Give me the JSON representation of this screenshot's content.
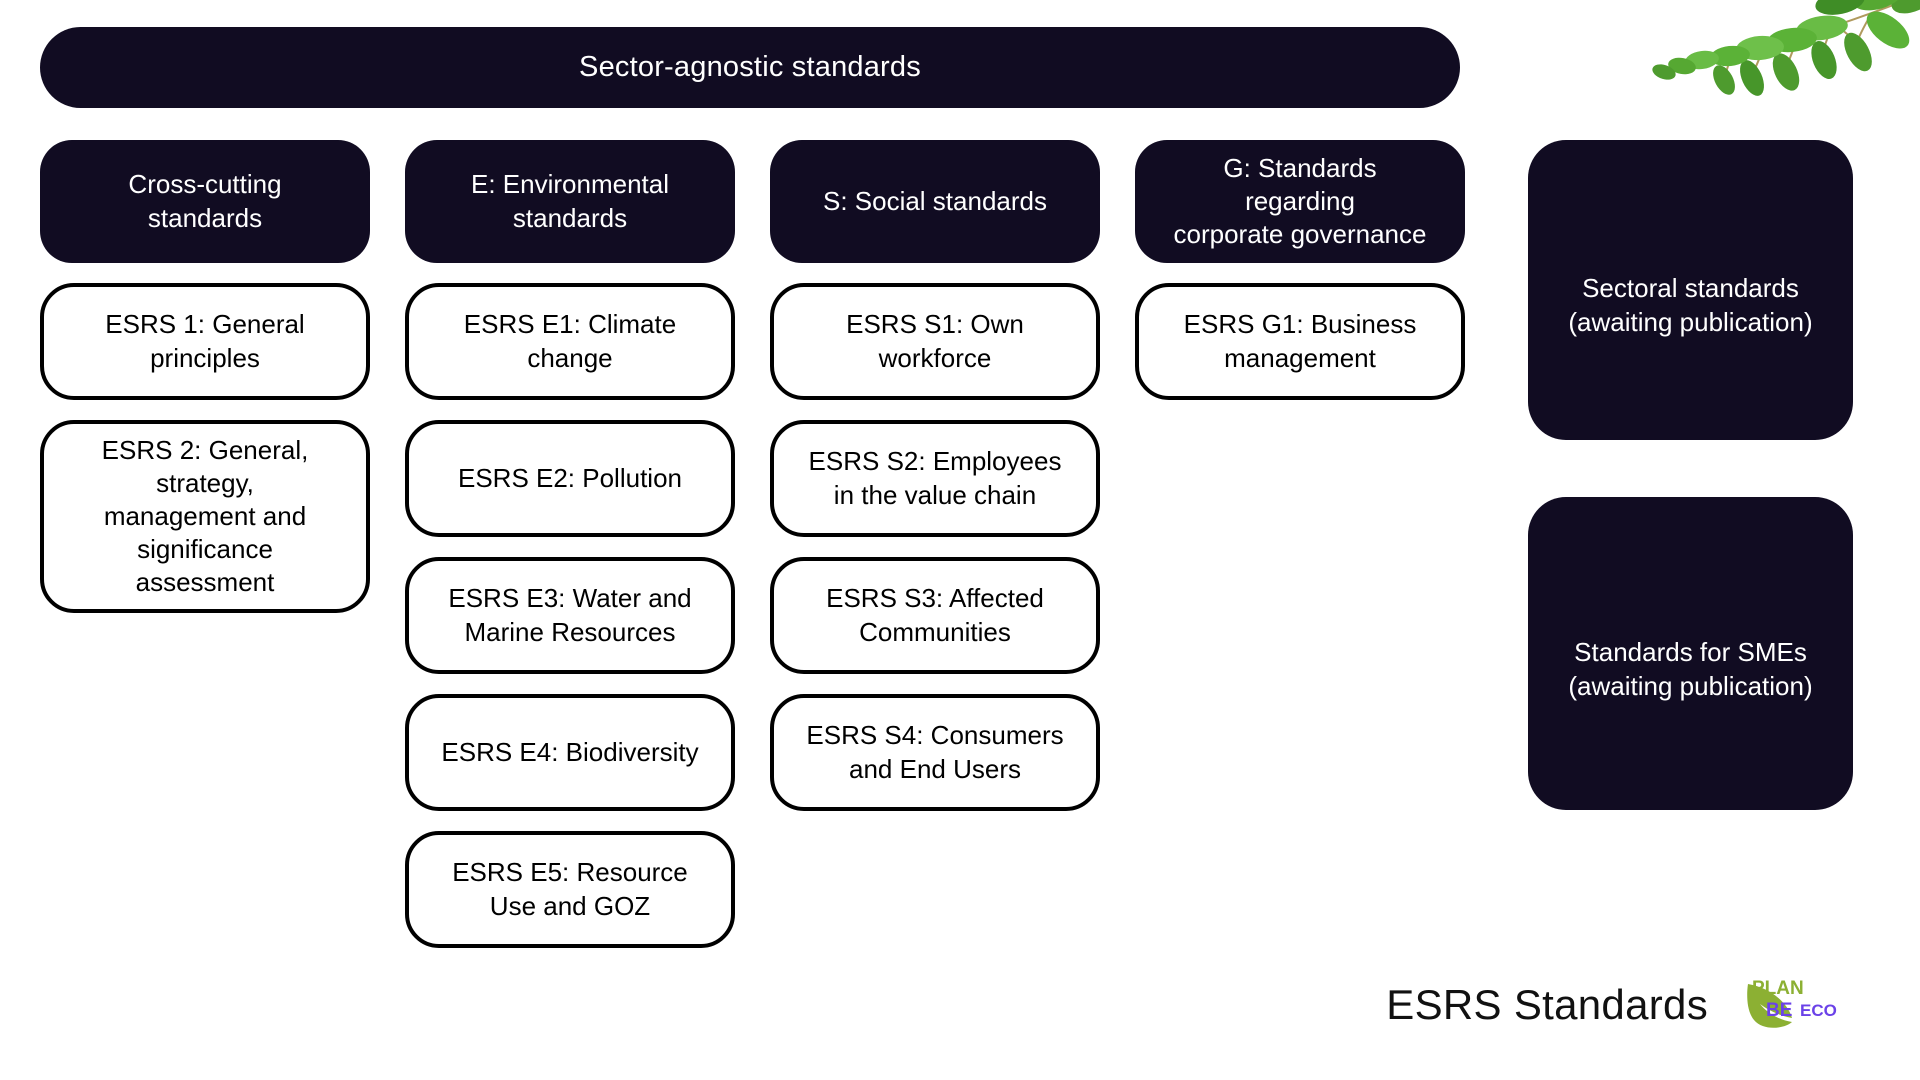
{
  "banner": {
    "label": "Sector-agnostic standards"
  },
  "columns": [
    {
      "id": "cross-cutting",
      "header": "Cross-cutting\nstandards",
      "nodes": [
        "ESRS 1: General\nprinciples",
        "ESRS 2: General,\nstrategy,\nmanagement and\nsignificance\nassessment"
      ]
    },
    {
      "id": "environmental",
      "header": "E: Environmental\nstandards",
      "nodes": [
        "ESRS E1: Climate\nchange",
        "ESRS E2: Pollution",
        "ESRS E3: Water and\nMarine Resources",
        "ESRS E4: Biodiversity",
        "ESRS E5: Resource\nUse and GOZ"
      ]
    },
    {
      "id": "social",
      "header": "S: Social standards",
      "nodes": [
        "ESRS S1: Own\nworkforce",
        "ESRS S2: Employees\nin the value chain",
        "ESRS S3: Affected\nCommunities",
        "ESRS S4: Consumers\nand End Users"
      ]
    },
    {
      "id": "governance",
      "header": "G: Standards\nregarding\ncorporate governance",
      "nodes": [
        "ESRS G1: Business\nmanagement"
      ]
    }
  ],
  "side_blocks": [
    {
      "id": "sectoral",
      "label": "Sectoral standards\n(awaiting publication)"
    },
    {
      "id": "sme",
      "label": "Standards for SMEs\n(awaiting publication)"
    }
  ],
  "footer": {
    "title": "ESRS Standards",
    "logo": {
      "name": "plan-be-eco-logo",
      "word_1": "PLAN",
      "word_2": "BE",
      "word_3": "ECO"
    }
  },
  "decor": {
    "leaf_branch": "leaf-branch-icon"
  },
  "colors": {
    "dark": "#110c22",
    "white": "#ffffff",
    "outline": "#000000",
    "logo_green": "#8cb033",
    "logo_purple": "#6b42e8"
  }
}
